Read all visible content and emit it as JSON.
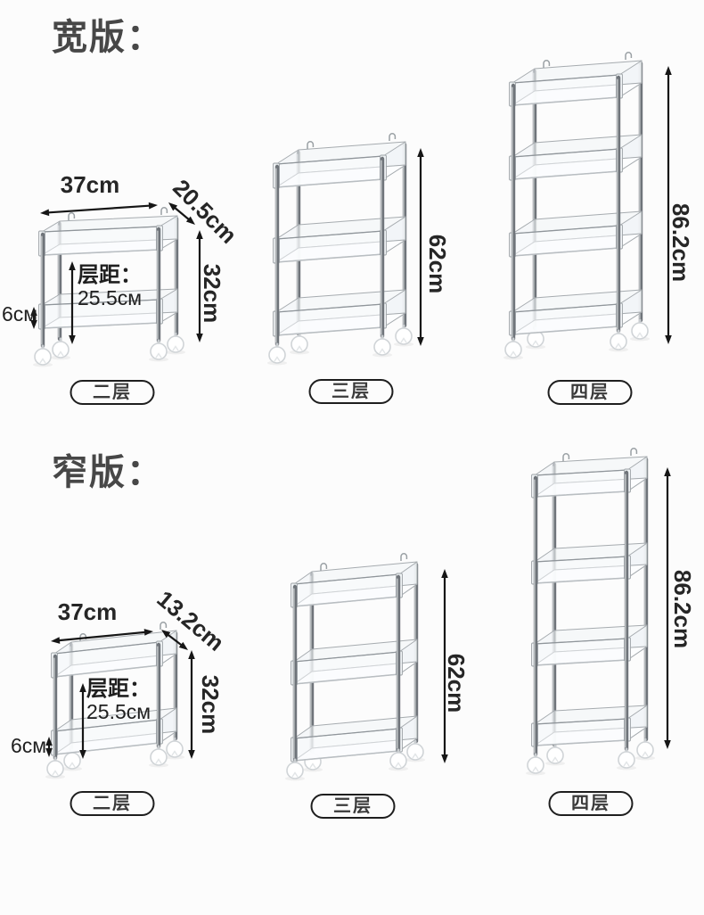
{
  "colors": {
    "background": "#fcfcfc",
    "heading_text": "#474747",
    "dimension_text": "#262626",
    "arrow": "#161616",
    "pill_border": "#1e1e1e",
    "rack_outline": "#a6abaf",
    "pole": "#6f747a",
    "wheel": "#ffffff"
  },
  "sections": [
    {
      "heading": "宽版：",
      "racks": [
        {
          "pill": "二层",
          "labels": {
            "width": "37cm",
            "depth": "20.5cm",
            "height": "32cm",
            "gap_title": "层距：",
            "gap_value": "25.5см",
            "clearance": "6см"
          }
        },
        {
          "pill": "三层",
          "labels": {
            "height": "62cm"
          }
        },
        {
          "pill": "四层",
          "labels": {
            "height": "86.2cm"
          }
        }
      ]
    },
    {
      "heading": "窄版：",
      "racks": [
        {
          "pill": "二层",
          "labels": {
            "width": "37cm",
            "depth": "13.2cm",
            "height": "32cm",
            "gap_title": "层距：",
            "gap_value": "25.5см",
            "clearance": "6см"
          }
        },
        {
          "pill": "三层",
          "labels": {
            "height": "62cm"
          }
        },
        {
          "pill": "四层",
          "labels": {
            "height": "86.2cm"
          }
        }
      ]
    }
  ]
}
